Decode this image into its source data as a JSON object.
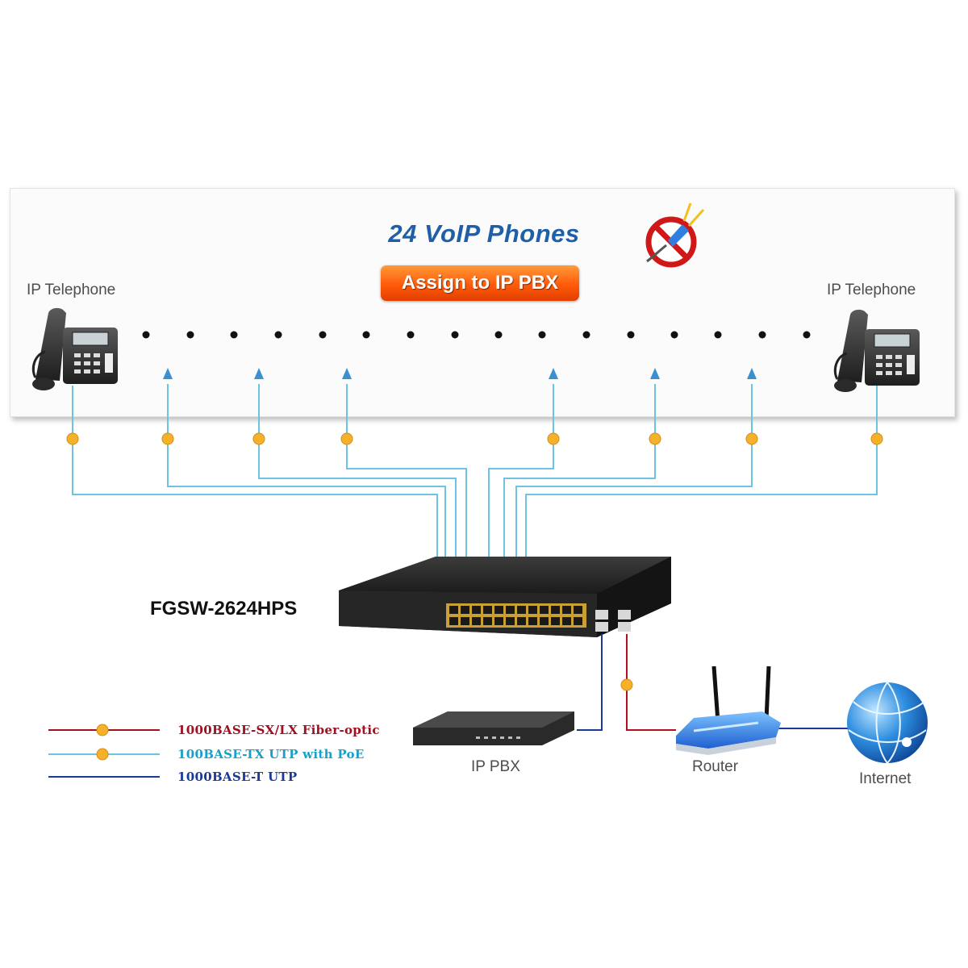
{
  "header": {
    "title": "24 VoIP Phones",
    "badge": "Assign to IP PBX"
  },
  "phones": {
    "left_label": "IP Telephone",
    "right_label": "IP Telephone"
  },
  "switch": {
    "model": "FGSW-2624HPS"
  },
  "devices": {
    "pbx_label": "IP PBX",
    "router_label": "Router",
    "internet_label": "Internet"
  },
  "legend": [
    {
      "label": "1000BASE-SX/LX Fiber-optic",
      "color": "#a01020",
      "has_dot": true
    },
    {
      "label": "100BASE-TX UTP with PoE",
      "color": "#1aa0c8",
      "has_dot": true
    },
    {
      "label": "1000BASE-T UTP",
      "color": "#1a3a9a",
      "has_dot": false
    }
  ],
  "colors": {
    "poe_link": "#6ec3e0",
    "uplink_dark_blue": "#1a3a9a",
    "fiber_red": "#b01020",
    "poe_dot": "#f6b12b"
  },
  "icons": [
    "no-power-plug-icon",
    "ip-phone-icon",
    "arrow-up-icon",
    "switch-icon",
    "pbx-box-icon",
    "router-icon",
    "globe-icon"
  ]
}
